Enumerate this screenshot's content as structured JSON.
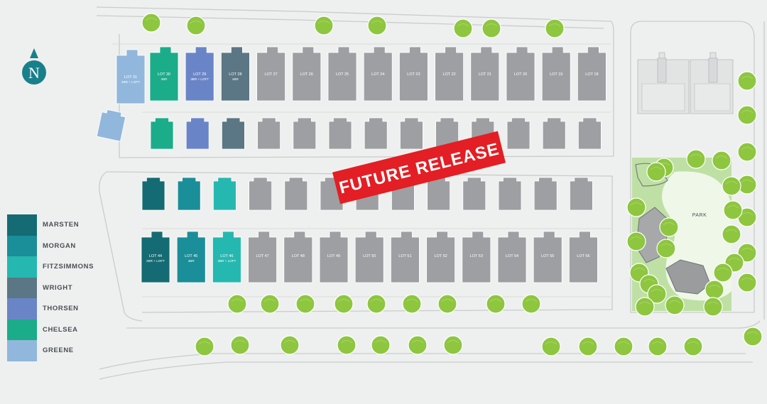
{
  "colors": {
    "marsten": "#156b73",
    "morgan": "#1a8e99",
    "fitzsimmons": "#25b8b0",
    "wright": "#5b7684",
    "thorsen": "#6a85c7",
    "chelsea": "#1bac8a",
    "greene": "#91b7dc",
    "future": "#9e9fa2",
    "tree": "#8ec63f",
    "banner": "#e31e24"
  },
  "north_letter": "N",
  "lots_north_row": [
    {
      "label": "LOT 31",
      "sub": "3BR + LOFT",
      "model": "greene"
    },
    {
      "label": "LOT 30",
      "sub": "4BR",
      "model": "chelsea"
    },
    {
      "label": "LOT 29",
      "sub": "3BR + LOFT",
      "model": "thorsen"
    },
    {
      "label": "LOT 28",
      "sub": "4BR",
      "model": "wright"
    },
    {
      "label": "LOT 27",
      "sub": "",
      "model": "future"
    },
    {
      "label": "LOT 26",
      "sub": "",
      "model": "future"
    },
    {
      "label": "LOT 25",
      "sub": "",
      "model": "future"
    },
    {
      "label": "LOT 24",
      "sub": "",
      "model": "future"
    },
    {
      "label": "LOT 23",
      "sub": "",
      "model": "future"
    },
    {
      "label": "LOT 22",
      "sub": "",
      "model": "future"
    },
    {
      "label": "LOT 21",
      "sub": "",
      "model": "future"
    },
    {
      "label": "LOT 20",
      "sub": "",
      "model": "future"
    },
    {
      "label": "LOT 19",
      "sub": "",
      "model": "future"
    },
    {
      "label": "LOT 18",
      "sub": "",
      "model": "future"
    }
  ],
  "lots_south_row": [
    {
      "label": "LOT 44",
      "sub": "3BR + LOFT",
      "model": "marsten"
    },
    {
      "label": "LOT 45",
      "sub": "4BR",
      "model": "morgan"
    },
    {
      "label": "LOT 46",
      "sub": "3BR + LOFT",
      "model": "fitzsimmons"
    },
    {
      "label": "LOT 47",
      "sub": "",
      "model": "future"
    },
    {
      "label": "LOT 48",
      "sub": "",
      "model": "future"
    },
    {
      "label": "LOT 49",
      "sub": "",
      "model": "future"
    },
    {
      "label": "LOT 50",
      "sub": "",
      "model": "future"
    },
    {
      "label": "LOT 51",
      "sub": "",
      "model": "future"
    },
    {
      "label": "LOT 52",
      "sub": "",
      "model": "future"
    },
    {
      "label": "LOT 53",
      "sub": "",
      "model": "future"
    },
    {
      "label": "LOT 54",
      "sub": "",
      "model": "future"
    },
    {
      "label": "LOT 55",
      "sub": "",
      "model": "future"
    },
    {
      "label": "LOT 56",
      "sub": "",
      "model": "future"
    }
  ],
  "banner_text": "FUTURE RELEASE",
  "park_label": "PARK",
  "legend": [
    {
      "label": "MARSTEN",
      "model": "marsten"
    },
    {
      "label": "MORGAN",
      "model": "morgan"
    },
    {
      "label": "FITZSIMMONS",
      "model": "fitzsimmons"
    },
    {
      "label": "WRIGHT",
      "model": "wright"
    },
    {
      "label": "THORSEN",
      "model": "thorsen"
    },
    {
      "label": "CHELSEA",
      "model": "chelsea"
    },
    {
      "label": "GREENE",
      "model": "greene"
    }
  ]
}
